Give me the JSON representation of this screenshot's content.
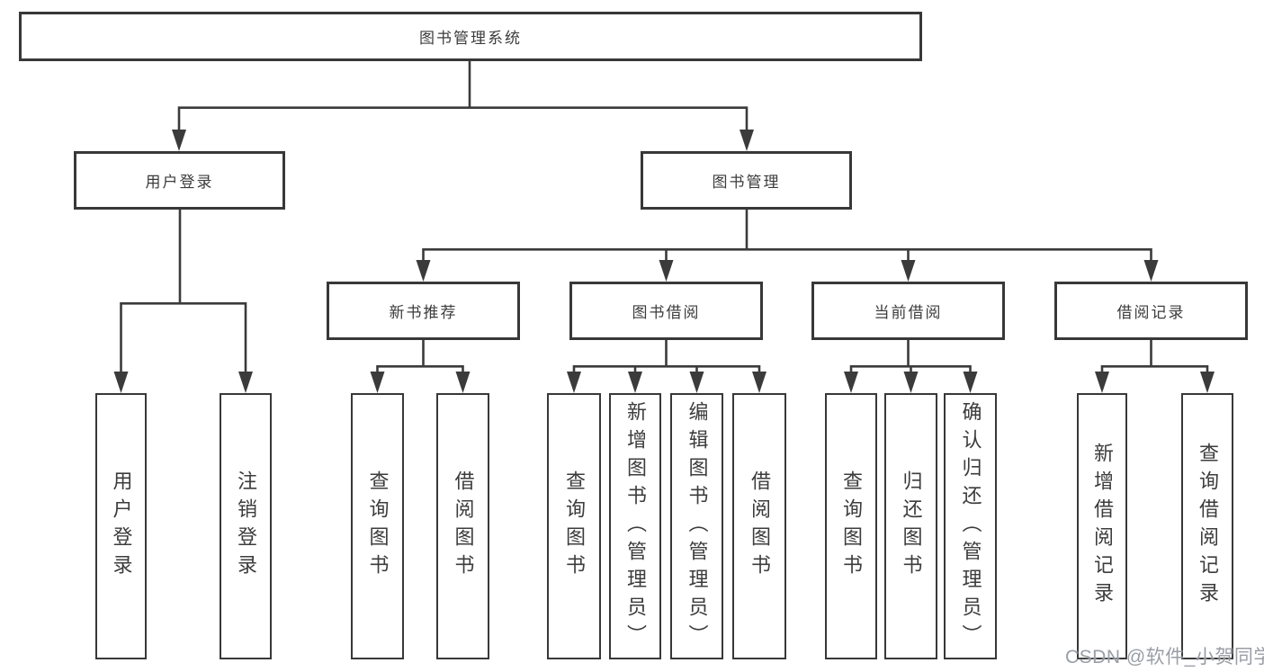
{
  "colors": {
    "line": "#3b3b3b",
    "box_border": "#383838",
    "text": "#3c3c3c",
    "background": "#ffffff",
    "watermark": "#9096a0"
  },
  "watermark": "CSDN @软件_小贺同学",
  "diagram": {
    "root": "图书管理系统",
    "branches": [
      {
        "label": "用户登录",
        "children": [
          "用户登录",
          "注销登录"
        ]
      },
      {
        "label": "图书管理",
        "children": [
          {
            "label": "新书推荐",
            "children": [
              "查询图书",
              "借阅图书"
            ]
          },
          {
            "label": "图书借阅",
            "children": [
              "查询图书",
              "新增图书（管理员）",
              "编辑图书（管理员）",
              "借阅图书"
            ]
          },
          {
            "label": "当前借阅",
            "children": [
              "查询图书",
              "归还图书",
              "确认归还（管理员）"
            ]
          },
          {
            "label": "借阅记录",
            "children": [
              "新增借阅记录",
              "查询借阅记录"
            ]
          }
        ]
      }
    ]
  }
}
